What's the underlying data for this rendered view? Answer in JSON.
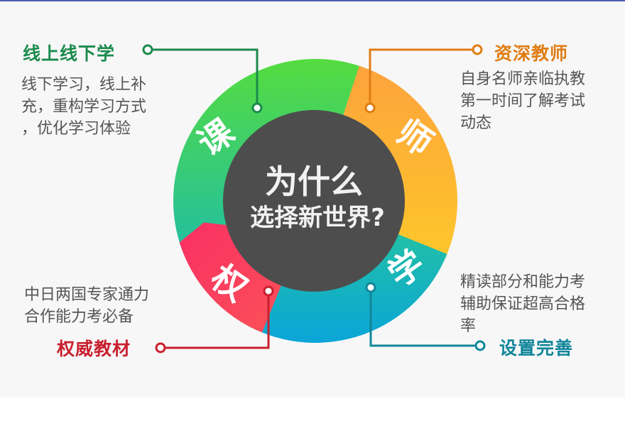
{
  "center": {
    "line1": "为什么",
    "line2": "选择新世界?"
  },
  "ring_labels": {
    "top_left": "课",
    "top_right": "师",
    "bottom_right": "学",
    "bottom_left": "权"
  },
  "features": {
    "online_offline": {
      "title": "线上线下学",
      "color": "#1b8a4c",
      "desc": [
        "线下学习，线上补",
        "充，重构学习方式",
        "，优化学习体验"
      ]
    },
    "teachers": {
      "title": "资深教师",
      "color": "#e07d14",
      "desc": [
        "自身名师亲临执教",
        "第一时间了解考试",
        "动态"
      ]
    },
    "materials": {
      "title": "权威教材",
      "color": "#c8202f",
      "desc": [
        "中日两国专家通力",
        "合作能力考必备"
      ]
    },
    "setup": {
      "title": "设置完善",
      "color": "#11869a",
      "desc": [
        "精读部分和能力考",
        "辅助保证超高合格",
        "率"
      ]
    }
  },
  "colors": {
    "green": "#4fd24c",
    "orange": "#fca93a",
    "blue": "#10aed2",
    "red": "#fa3d61",
    "center": "#4d4d4d",
    "top_bar": "#4a5bb5"
  }
}
